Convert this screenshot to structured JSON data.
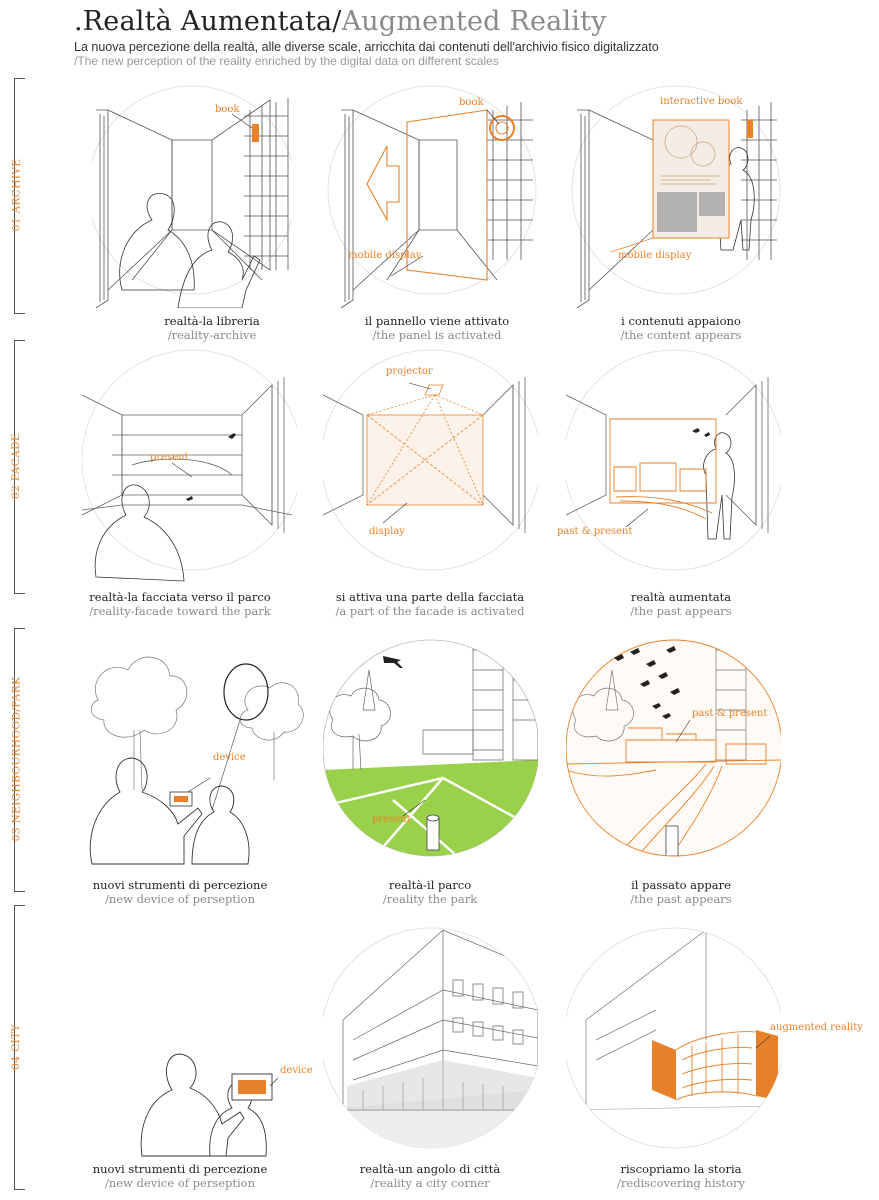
{
  "header": {
    "title_it": ".Realtà Aumentata/",
    "title_en": "Augmented Reality",
    "subtitle_it": "La nuova percezione della realtà, alle diverse scale,  arricchita dai contenuti dell'archivio fisico digitalizzato",
    "subtitle_en": "/The new perception of the reality enriched by the digital data on different scales"
  },
  "rows": [
    {
      "label": "01  ARCHIVE",
      "panels": [
        {
          "it": "realtà-la libreria",
          "en": "/reality-archive",
          "tags": [
            "book"
          ]
        },
        {
          "it": "il pannello viene attivato",
          "en": "/the panel is activated",
          "tags": [
            "book",
            "mobile display"
          ]
        },
        {
          "it": "i contenuti appaiono",
          "en": "/the content appears",
          "tags": [
            "interactive book",
            "mobile display"
          ]
        }
      ]
    },
    {
      "label": "02  FACADE",
      "panels": [
        {
          "it": "realtà-la facciata verso il parco",
          "en": "/reality-facade toward the park",
          "tags": [
            "present"
          ]
        },
        {
          "it": "si attiva una parte della facciata",
          "en": "/a part of the facade is activated",
          "tags": [
            "projector",
            "display"
          ]
        },
        {
          "it": "realtà aumentata",
          "en": "/the past appears",
          "tags": [
            "past & present"
          ]
        }
      ]
    },
    {
      "label": "03  NEIGHBOURHOOD/PARK",
      "panels": [
        {
          "it": "nuovi strumenti di percezione",
          "en": "/new device of perseption",
          "tags": [
            "device"
          ]
        },
        {
          "it": "realtà-il parco",
          "en": "/reality the park",
          "tags": [
            "present"
          ]
        },
        {
          "it": "il passato appare",
          "en": "/the past appears",
          "tags": [
            "past & present"
          ]
        }
      ]
    },
    {
      "label": "04  CITY",
      "panels": [
        {
          "it": "nuovi strumenti di percezione",
          "en": "/new device of perseption",
          "tags": [
            "device"
          ]
        },
        {
          "it": "realtà-un angolo di città",
          "en": "/reality a city corner",
          "tags": []
        },
        {
          "it": "riscopriamo la storia",
          "en": "/rediscovering history",
          "tags": [
            "augmented reality"
          ]
        }
      ]
    }
  ]
}
